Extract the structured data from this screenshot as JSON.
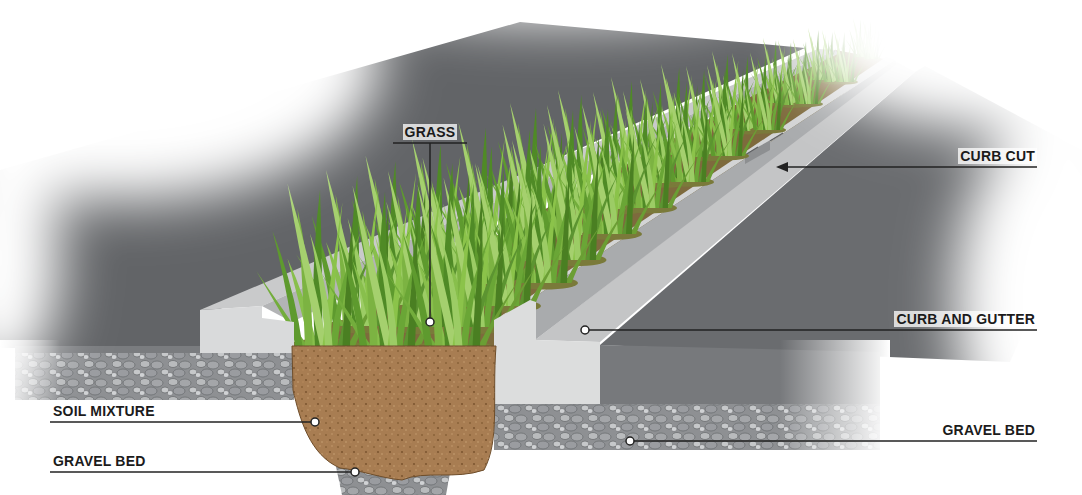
{
  "diagram": {
    "labels": [
      "GRASS",
      "CURB CUT",
      "CURB AND GUTTER",
      "SOIL MIXTURE",
      "GRAVEL BED",
      "GRAVEL BED"
    ]
  }
}
